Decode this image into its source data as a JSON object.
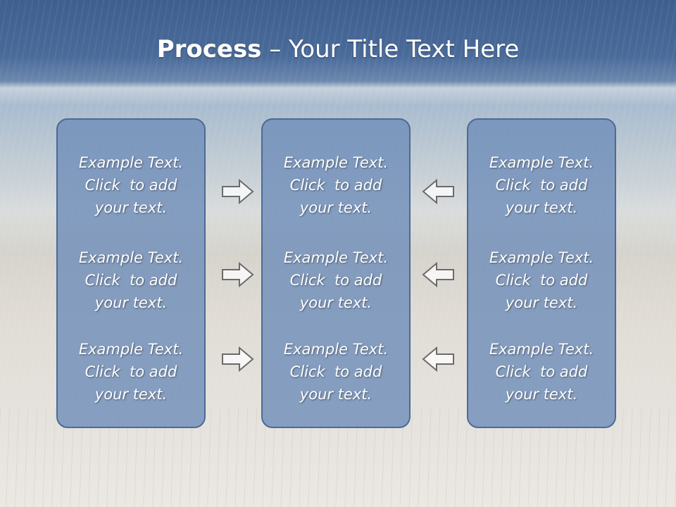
{
  "slide": {
    "title_bold": "Process",
    "title_rest": " – Your Title Text Here"
  },
  "columns": [
    {
      "items": [
        {
          "line1": "Example Text.",
          "line2": "Click  to add",
          "line3": "your text."
        },
        {
          "line1": "Example Text.",
          "line2": "Click  to add",
          "line3": "your text."
        },
        {
          "line1": "Example Text.",
          "line2": "Click  to add",
          "line3": "your text."
        }
      ]
    },
    {
      "items": [
        {
          "line1": "Example Text.",
          "line2": "Click  to add",
          "line3": "your text."
        },
        {
          "line1": "Example Text.",
          "line2": "Click  to add",
          "line3": "your text."
        },
        {
          "line1": "Example Text.",
          "line2": "Click  to add",
          "line3": "your text."
        }
      ]
    },
    {
      "items": [
        {
          "line1": "Example Text.",
          "line2": "Click  to add",
          "line3": "your text."
        },
        {
          "line1": "Example Text.",
          "line2": "Click  to add",
          "line3": "your text."
        },
        {
          "line1": "Example Text.",
          "line2": "Click  to add",
          "line3": "your text."
        }
      ]
    }
  ],
  "arrows": {
    "left_group": [
      "right-arrow-icon",
      "right-arrow-icon",
      "right-arrow-icon"
    ],
    "right_group": [
      "left-arrow-icon",
      "left-arrow-icon",
      "left-arrow-icon"
    ]
  },
  "colors": {
    "box_fill": "#708fba",
    "box_border": "#4d6a94",
    "text": "#ffffff",
    "header_band": "#3e5f8f"
  }
}
